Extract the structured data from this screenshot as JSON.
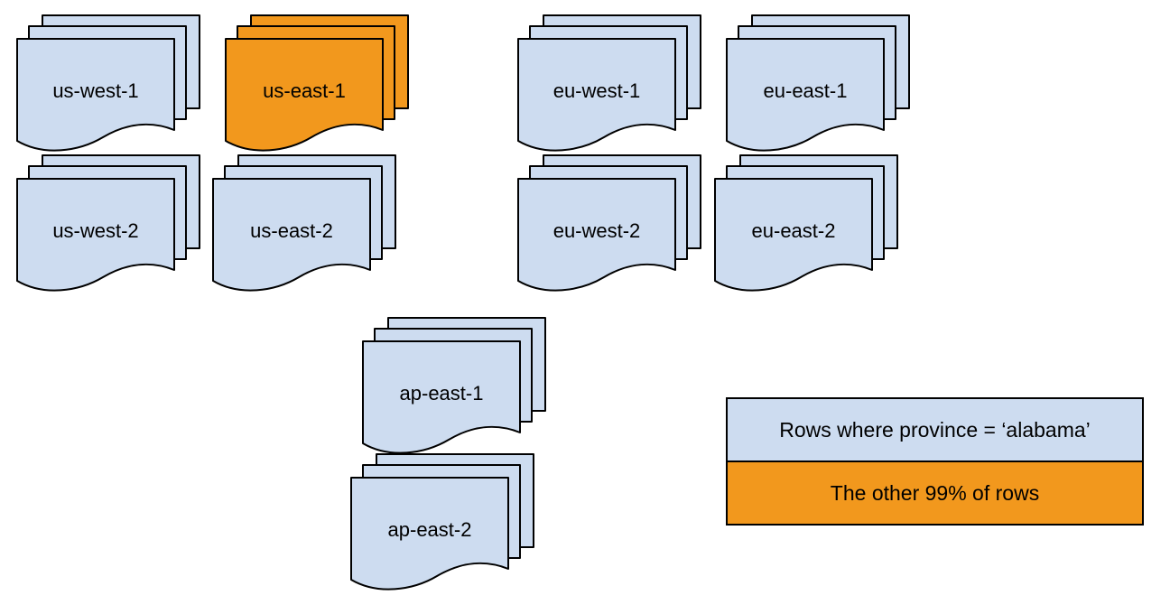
{
  "colors": {
    "partition_fill": "#cddcf0",
    "highlight_fill": "#f2981d",
    "stroke": "#000000"
  },
  "regions": [
    {
      "label": "us-west-1",
      "variant": "blue"
    },
    {
      "label": "us-east-1",
      "variant": "orange"
    },
    {
      "label": "eu-west-1",
      "variant": "blue"
    },
    {
      "label": "eu-east-1",
      "variant": "blue"
    },
    {
      "label": "us-west-2",
      "variant": "blue"
    },
    {
      "label": "us-east-2",
      "variant": "blue"
    },
    {
      "label": "eu-west-2",
      "variant": "blue"
    },
    {
      "label": "eu-east-2",
      "variant": "blue"
    },
    {
      "label": "ap-east-1",
      "variant": "blue"
    },
    {
      "label": "ap-east-2",
      "variant": "blue"
    }
  ],
  "legend": {
    "items": [
      {
        "label": "Rows where province = ‘alabama’",
        "variant": "blue"
      },
      {
        "label": "The other 99% of rows",
        "variant": "orange"
      }
    ]
  }
}
